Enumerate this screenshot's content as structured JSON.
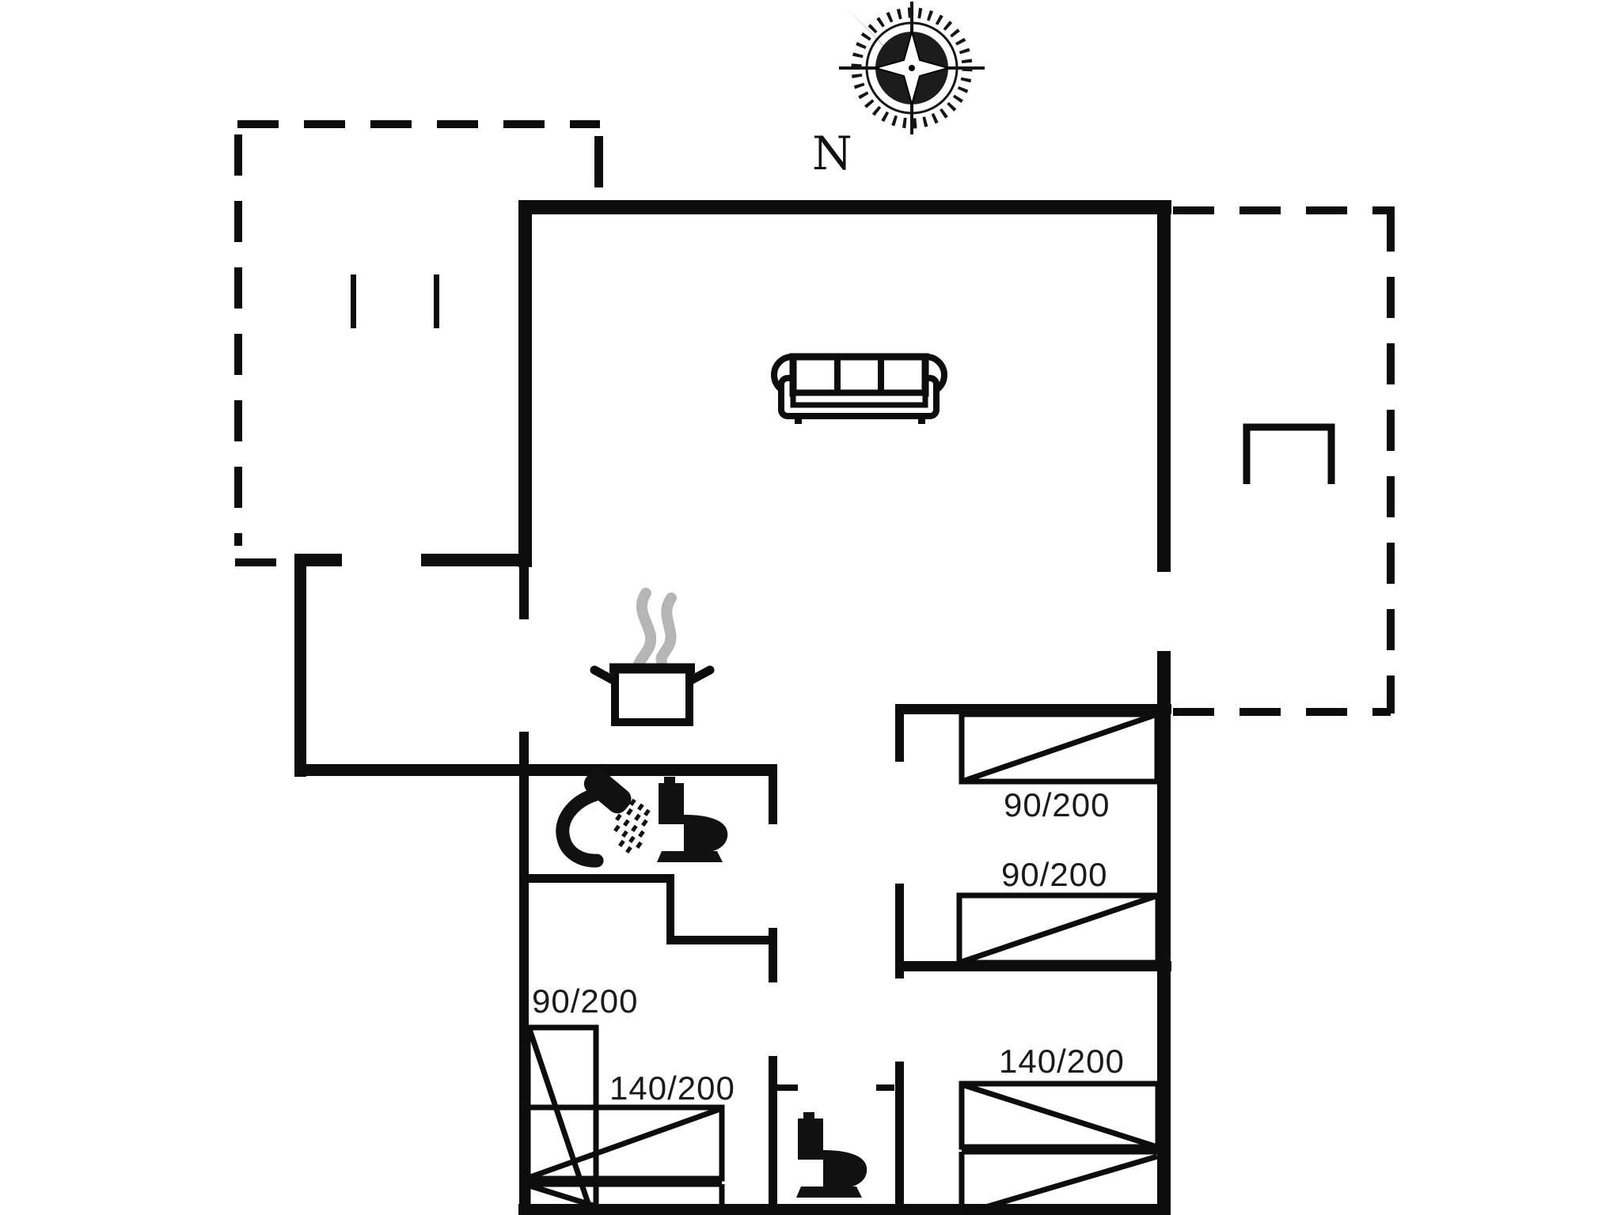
{
  "page": {
    "type": "floor-plan",
    "background": "#ffffff"
  },
  "compass": {
    "north_label": "N"
  },
  "beds": [
    {
      "location": "right-bedroom-top",
      "size": "90/200"
    },
    {
      "location": "right-bedroom-bottom",
      "size": "90/200"
    },
    {
      "location": "left-bedroom-single",
      "size": "90/200"
    },
    {
      "location": "left-bedroom-double",
      "size": "140/200"
    },
    {
      "location": "right-rear-bedroom-double",
      "size": "140/200"
    }
  ],
  "icons": [
    {
      "name": "compass-rose-icon",
      "meaning": "north orientation"
    },
    {
      "name": "sofa-icon",
      "meaning": "living room seating"
    },
    {
      "name": "cooking-pot-icon",
      "meaning": "kitchen"
    },
    {
      "name": "steam-icon",
      "meaning": "cooking steam"
    },
    {
      "name": "shower-icon",
      "meaning": "bathroom shower"
    },
    {
      "name": "toilet-icon",
      "meaning": "bathroom toilet"
    },
    {
      "name": "toilet-icon-2",
      "meaning": "separate WC toilet"
    },
    {
      "name": "dining-table-icon",
      "meaning": "terrace table"
    }
  ],
  "colors": {
    "wall": "#0d0d0d",
    "text": "#1a1a1a",
    "steam": "#b5b5b5",
    "background": "#ffffff"
  }
}
